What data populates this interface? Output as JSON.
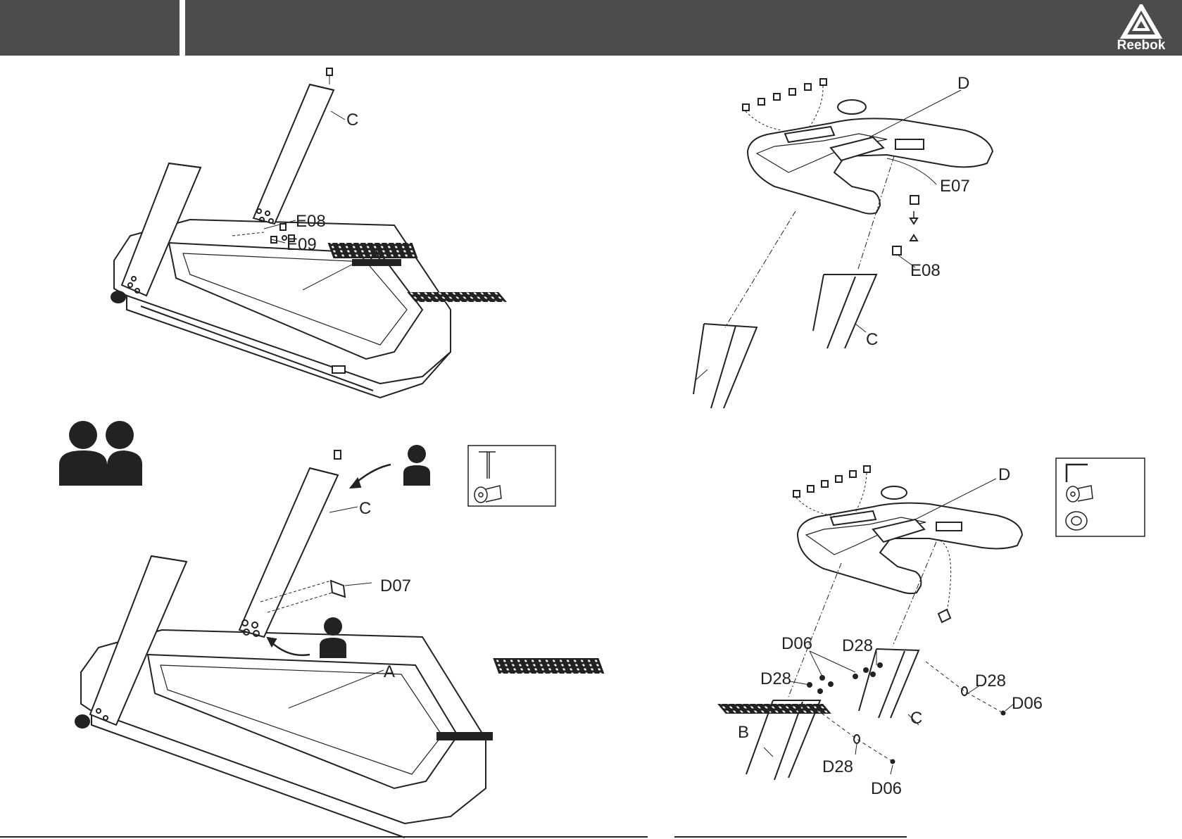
{
  "header": {
    "brand": "Reebok"
  },
  "step1": {
    "labels": {
      "upright": "C",
      "base": "A",
      "part1": "E08",
      "part2": "E09"
    }
  },
  "step2": {
    "labels": {
      "upright": "C",
      "base": "A",
      "part1": "D07"
    }
  },
  "step3": {
    "labels": {
      "console": "D",
      "part1": "E07",
      "part2": "E08",
      "upright": "C"
    }
  },
  "step4": {
    "labels": {
      "console": "D",
      "upright_c": "C",
      "upright_b": "B",
      "d06_a": "D06",
      "d28_a": "D28",
      "d28_b": "D28",
      "d28_c": "D28",
      "d06_b": "D06",
      "d28_d": "D28",
      "d06_c": "D06"
    }
  },
  "colors": {
    "header_bg": "#4d4b4c",
    "logo_fg": "#ffffff",
    "line": "#222222"
  },
  "icons": [
    "two-people-icon",
    "person-icon",
    "hex-key-icon",
    "bolt-icon",
    "washer-icon",
    "allen-key-icon",
    "reebok-logo-icon"
  ]
}
